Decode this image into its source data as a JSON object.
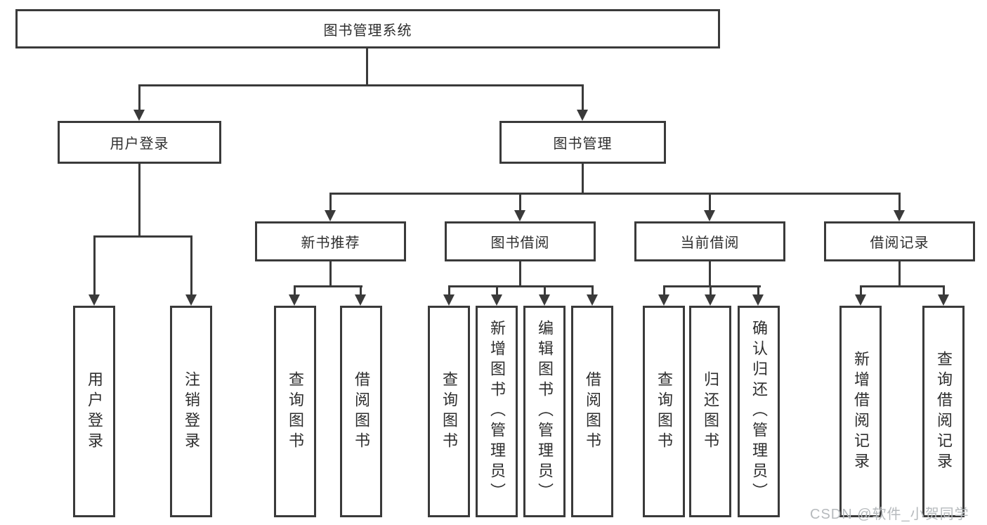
{
  "tree": {
    "label": "图书管理系统",
    "children": [
      {
        "label": "用户登录",
        "children": [
          {
            "label": "用户登录"
          },
          {
            "label": "注销登录"
          }
        ]
      },
      {
        "label": "图书管理",
        "children": [
          {
            "label": "新书推荐",
            "children": [
              {
                "label": "查询图书"
              },
              {
                "label": "借阅图书"
              }
            ]
          },
          {
            "label": "图书借阅",
            "children": [
              {
                "label": "查询图书"
              },
              {
                "label": "新增图书（管理员）"
              },
              {
                "label": "编辑图书（管理员）"
              },
              {
                "label": "借阅图书"
              }
            ]
          },
          {
            "label": "当前借阅",
            "children": [
              {
                "label": "查询图书"
              },
              {
                "label": "归还图书"
              },
              {
                "label": "确认归还（管理员）"
              }
            ]
          },
          {
            "label": "借阅记录",
            "children": [
              {
                "label": "新增借阅记录"
              },
              {
                "label": "查询借阅记录"
              }
            ]
          }
        ]
      }
    ]
  },
  "watermark": "CSDN @软件_小贺同学",
  "colors": {
    "line": "#3a3a3a",
    "text": "#2e2e2e",
    "watermark": "#b6babd",
    "background": "#ffffff"
  }
}
